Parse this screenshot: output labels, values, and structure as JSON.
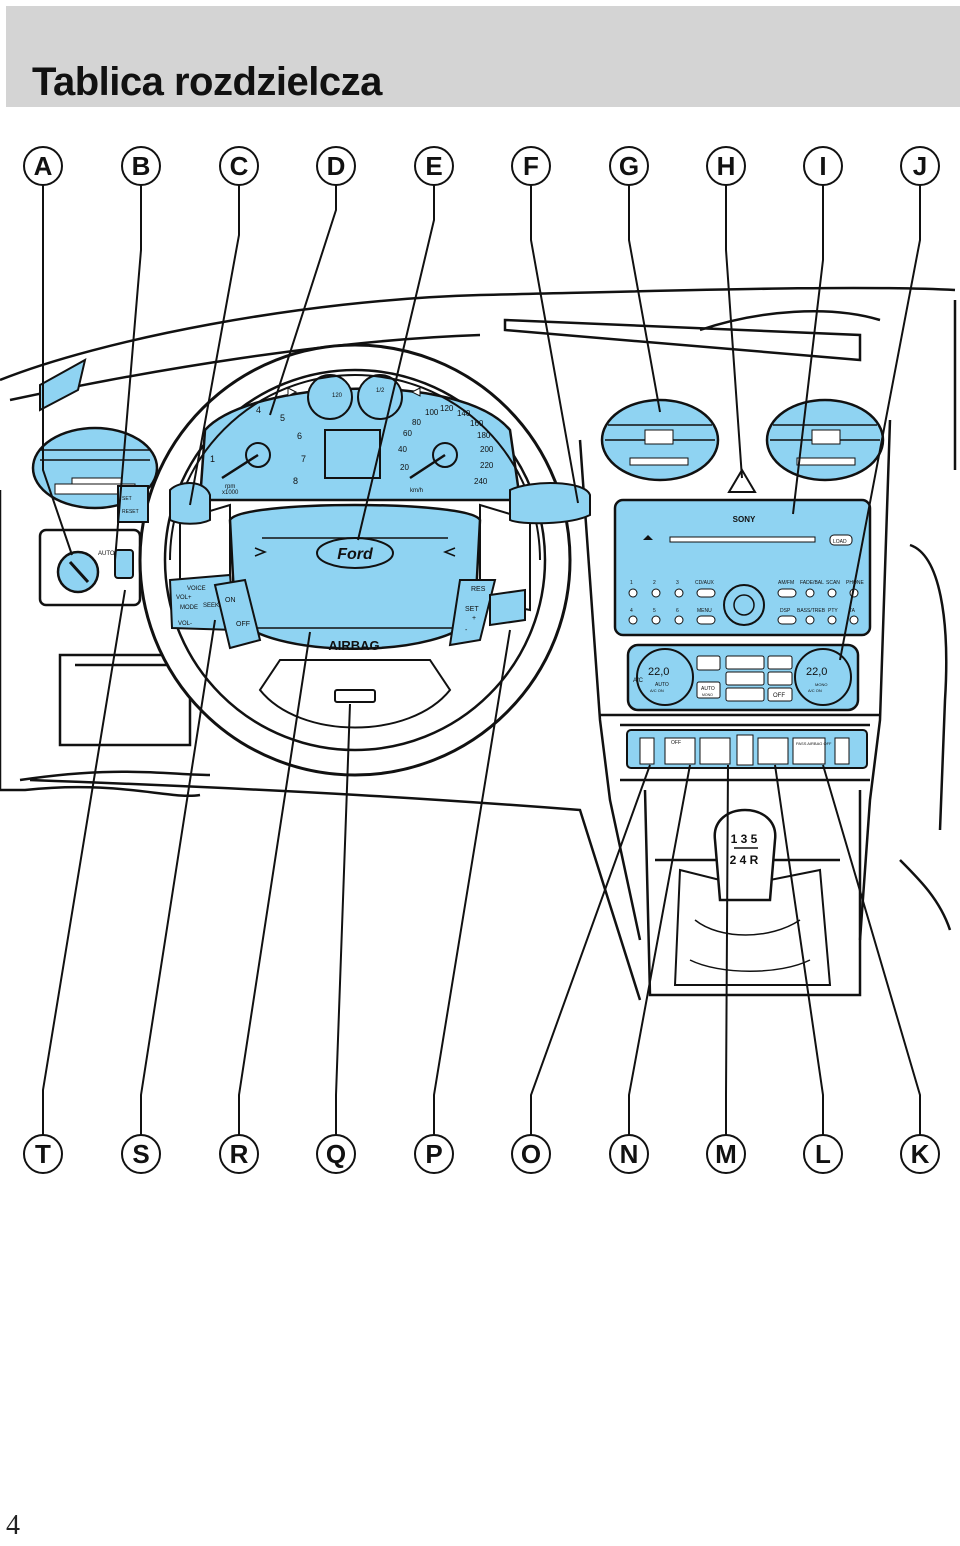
{
  "header": {
    "title": "Tablica rozdzielcza"
  },
  "callouts": {
    "top": [
      "A",
      "B",
      "C",
      "D",
      "E",
      "F",
      "G",
      "H",
      "I",
      "J"
    ],
    "bottom": [
      "T",
      "S",
      "R",
      "Q",
      "P",
      "O",
      "N",
      "M",
      "L",
      "K"
    ]
  },
  "instrument_cluster": {
    "tachometer_ticks": [
      "1",
      "4",
      "5",
      "6",
      "7",
      "8"
    ],
    "tachometer_unit": "rpm",
    "tachometer_multiplier": "x1000",
    "temp_value": "120",
    "fuel_half": "1/2",
    "speedometer_ticks": [
      "20",
      "40",
      "60",
      "80",
      "100",
      "120",
      "140",
      "160",
      "180",
      "200",
      "220",
      "240"
    ],
    "speedometer_unit": "km/h"
  },
  "steering_wheel": {
    "brand": "Ford",
    "airbag_label": "AIRBAG",
    "left_controls": [
      "VOICE",
      "VOL+",
      "MODE",
      "SEEK",
      "VOL-"
    ],
    "cruise_labels": [
      "ON",
      "OFF"
    ],
    "right_controls": [
      "RES",
      "SET",
      "+",
      "-"
    ],
    "trip_buttons": [
      "SET",
      "RESET"
    ]
  },
  "light_switch": {
    "labels": [
      "AUTO"
    ]
  },
  "radio": {
    "brand": "SONY",
    "load_label": "LOAD",
    "row1": [
      "1",
      "2",
      "3",
      "CD/AUX",
      "AM/FM",
      "FADE/BAL",
      "SCAN",
      "PHONE"
    ],
    "row2": [
      "4",
      "5",
      "6",
      "MENU",
      "DSP",
      "BASS/TREB",
      "PTY",
      "TA"
    ]
  },
  "climate": {
    "left_temp": "22,0",
    "right_temp": "22,0",
    "labels": [
      "A/C",
      "AUTO",
      "AUTO",
      "OFF",
      "A/C ON",
      "A/C ON",
      "MONO",
      "MONO"
    ]
  },
  "lower_switches": {
    "labels": [
      "OFF",
      "PASS AIRBAG OFF"
    ]
  },
  "shifter": {
    "top_row": "1 3 5",
    "bottom_row": "2 4 R"
  },
  "page_number": "4"
}
